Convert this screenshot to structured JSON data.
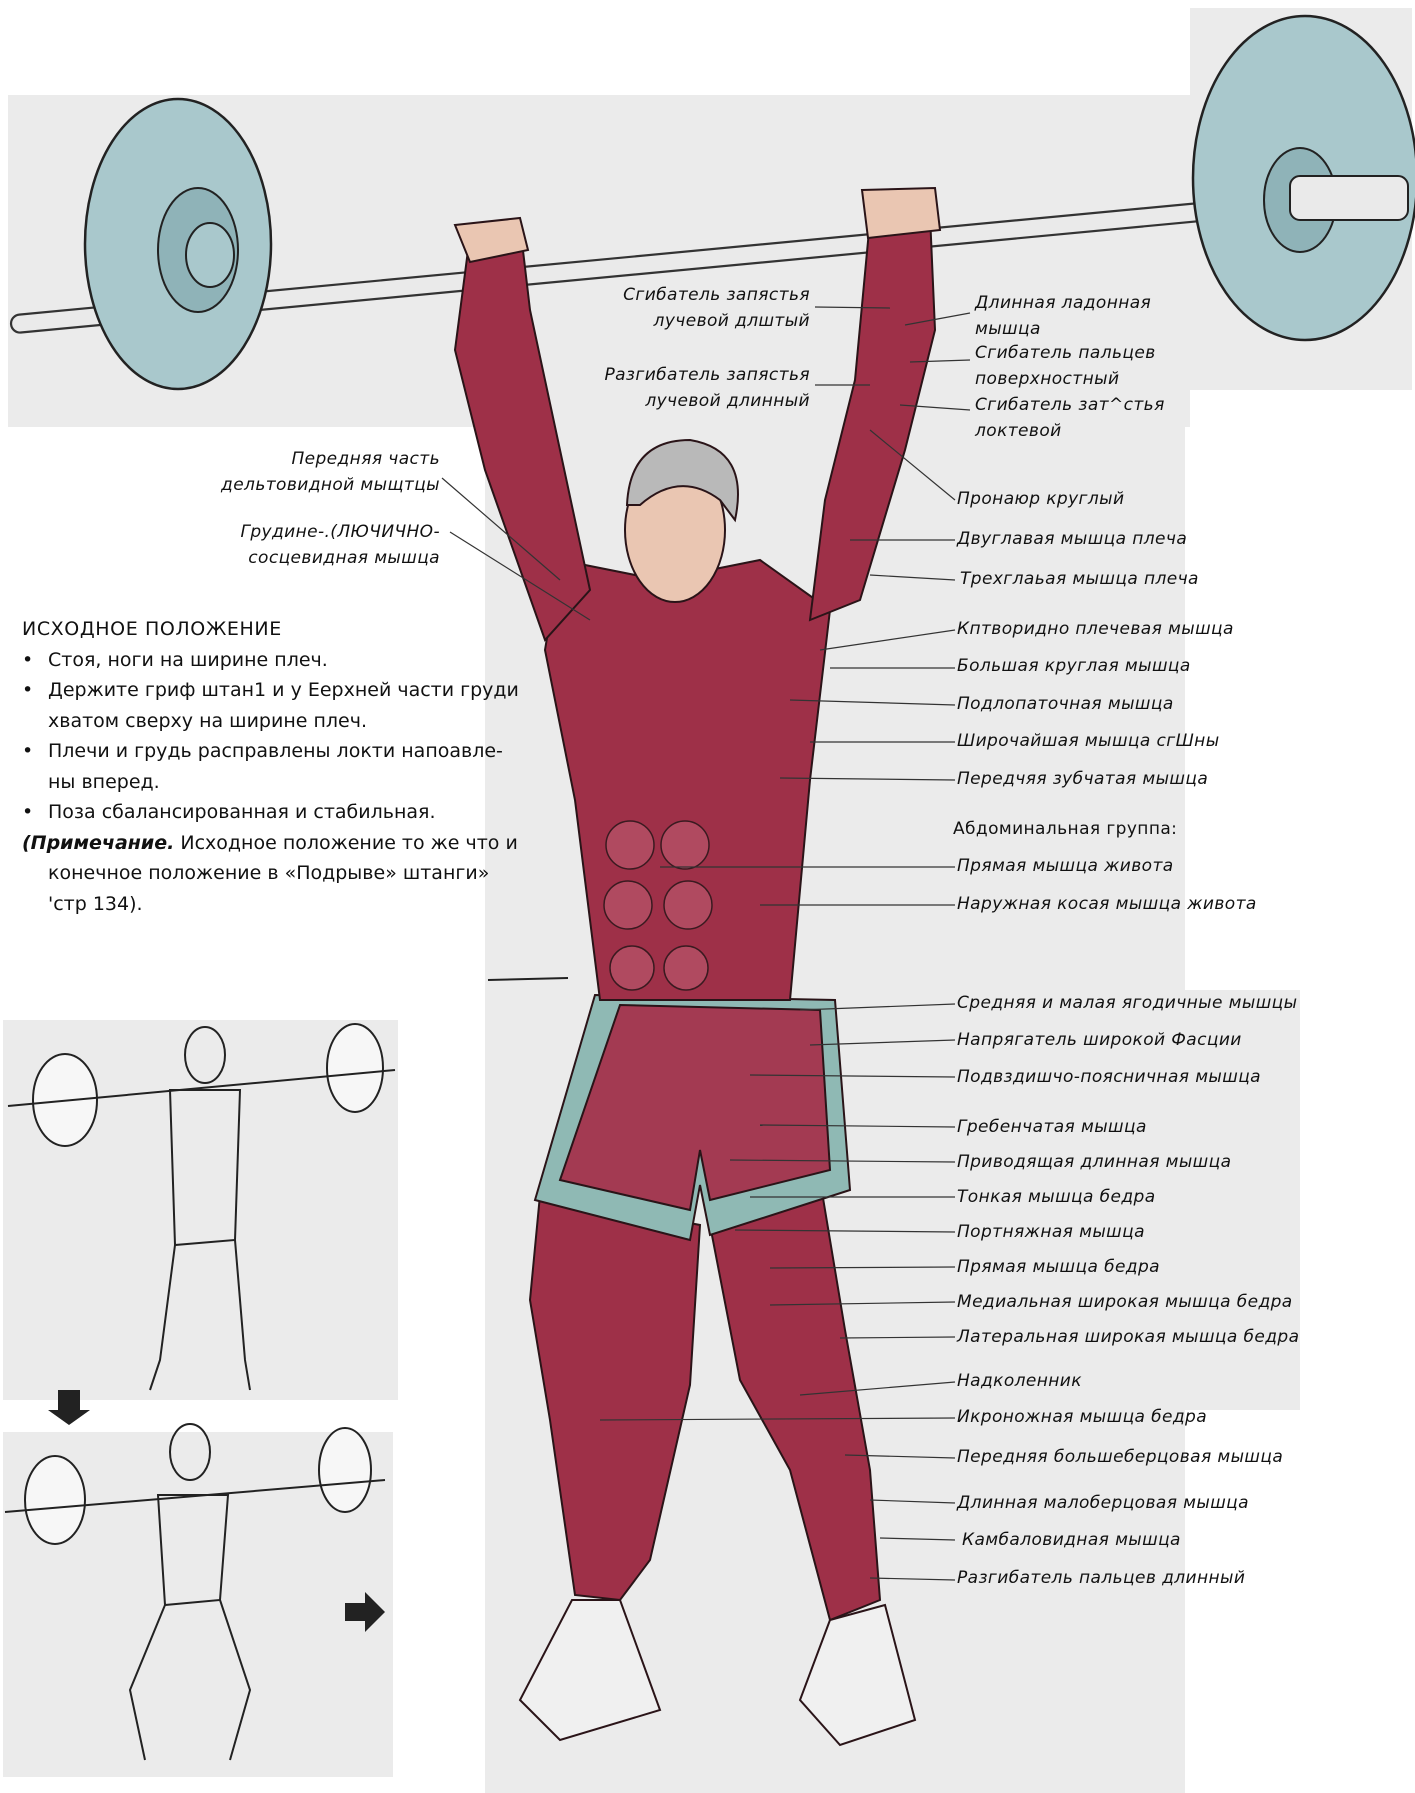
{
  "initial_position": {
    "heading": "ИСХОДНОЕ ПОЛОЖЕНИЕ",
    "bullets": [
      "Стоя, ноги на ширине плеч.",
      "Держите гриф штан1 и у Еерхней части груди",
      "хватом сверху на ширине плеч.",
      "Плечи и грудь расправлены локти напоавле-",
      "ны вперед.",
      "Поза сбалансированная и стабильная."
    ],
    "note_lead": "(Примечание.",
    "note_lines": [
      "Исходное положение то же  что и",
      "конечное положение в «Подрыве» штанги»",
      "'стр  134)."
    ]
  },
  "labels": {
    "left": [
      {
        "line1": "Сгибатель  запястья",
        "line2": "лучевой    длштый"
      },
      {
        "line1": "Разгибатель  запястья",
        "line2": "лучевой  длинный"
      },
      {
        "line1": "Передняя  часть",
        "line2": "дельтовидной  мыщтцы"
      },
      {
        "line1": "Грудине-.(ЛЮЧИЧНО-",
        "line2": "сосцевидная  мышца"
      }
    ],
    "right_top": [
      {
        "line1": "Длинная   ладонная",
        "line2": "мышца"
      },
      {
        "line1": "Сгибатель  пальцев",
        "line2": "поверхностный"
      },
      {
        "line1": " Сгибатель  зат^стья",
        "line2": "локтевой"
      }
    ],
    "right": [
      "Пронаюр  круглый",
      "Двуглавая  мышца  плеча",
      "Трехглаьая мышца плеча",
      "Кптворидно    плечевая  мышца",
      "Большая  круглая  мышца",
      "Подлопаточная  мышца",
      "Широчайшая  мышца  сгШны",
      "Передчяя  зубчатая  мышца"
    ],
    "abdominal_heading": "Абдоминальная группа:",
    "abdominal": [
      "Прямая  мышца  живота",
      "Наружная  косая  мышца  живота"
    ],
    "lower": [
      "Средняя  и  малая  ягодичные  мышцы",
      "Напрягатель  широкой  Фасции",
      "Подвздишчо-поясничная    мышца",
      "Гребенчатая  мышца",
      "Приводящая  длинная   мышца",
      "Тонкая мышца бедра",
      "Портняжная   мышца",
      "Прямая  мышца  бедра",
      "Медиальная  широкая  мышца  бедра",
      "Латеральная  широкая  мышца  бедра",
      "Надколенник",
      "Икроножная  мышца  бедра",
      "Передняя  большеберцовая   мышца",
      "Длинная   малоберцовая  мышца",
      "Камбаловидная    мышца",
      "Разгибатель  пальцев  длинный"
    ]
  },
  "colors": {
    "plate": "#a9c8cc",
    "plate_shadow": "#7fa4aa",
    "panel_bg": "#ebebeb",
    "muscle": "#9e3048",
    "muscle_light": "#c0586c",
    "skin": "#eac6b2",
    "hair": "#b9b9b9",
    "shorts": "#8fb9b4",
    "ink": "#111111"
  },
  "icons": [
    "barbell-icon",
    "down-arrow-icon",
    "right-arrow-icon"
  ]
}
